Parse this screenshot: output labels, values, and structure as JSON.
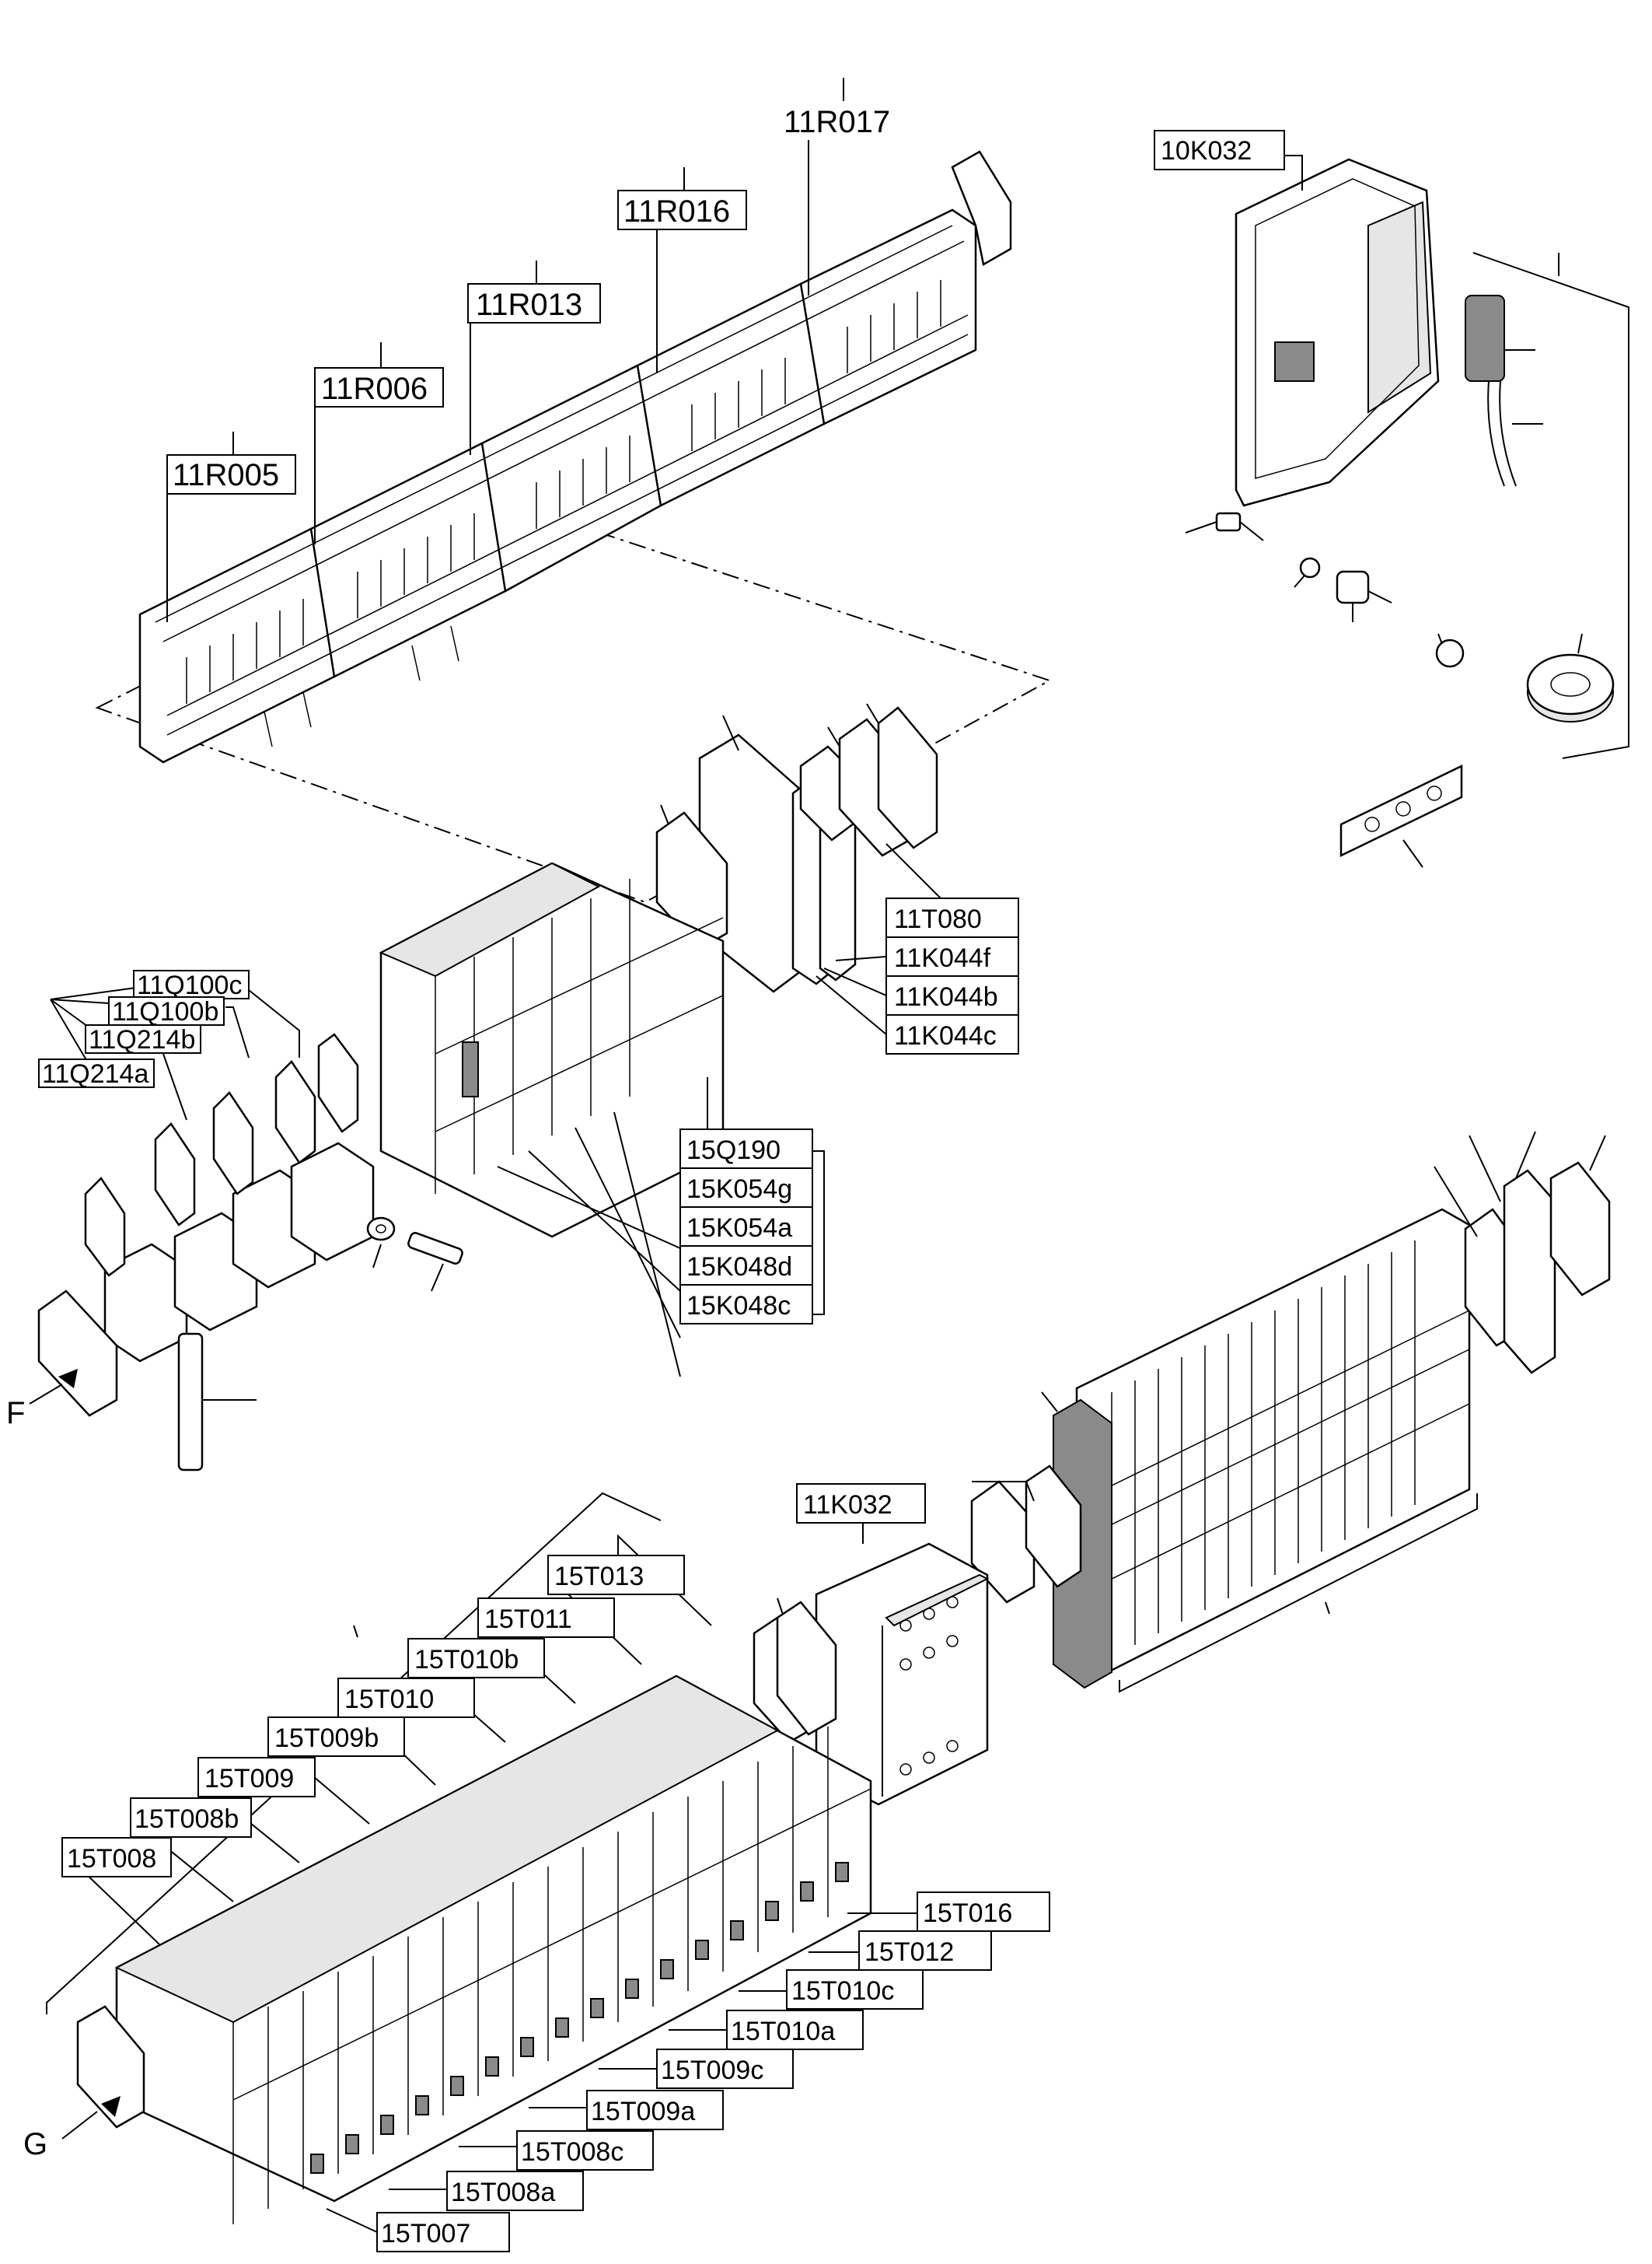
{
  "labels": {
    "r005": "11R005",
    "r006": "11R006",
    "r013": "11R013",
    "r016": "11R016",
    "r017": "11R017",
    "k032a": "10K032",
    "t080": "11T080",
    "k044f": "11K044f",
    "k044b": "11K044b",
    "k044c": "11K044c",
    "q100c": "11Q100c",
    "q100b": "11Q100b",
    "q214b": "11Q214b",
    "q214a": "11Q214a",
    "q190": "15Q190",
    "k054g": "15K054g",
    "k054a": "15K054a",
    "k048d": "15K048d",
    "k048c": "15K048c",
    "k032b": "11K032",
    "t013": "15T013",
    "t011": "15T011",
    "t010b": "15T010b",
    "t010": "15T010",
    "t009b": "15T009b",
    "t009": "15T009",
    "t008b": "15T008b",
    "t008": "15T008",
    "t016": "15T016",
    "t012": "15T012",
    "t010c": "15T010c",
    "t010a": "15T010a",
    "t009c": "15T009c",
    "t009a": "15T009a",
    "t008c": "15T008c",
    "t008a": "15T008a",
    "t007": "15T007",
    "f": "F",
    "g": "G"
  }
}
